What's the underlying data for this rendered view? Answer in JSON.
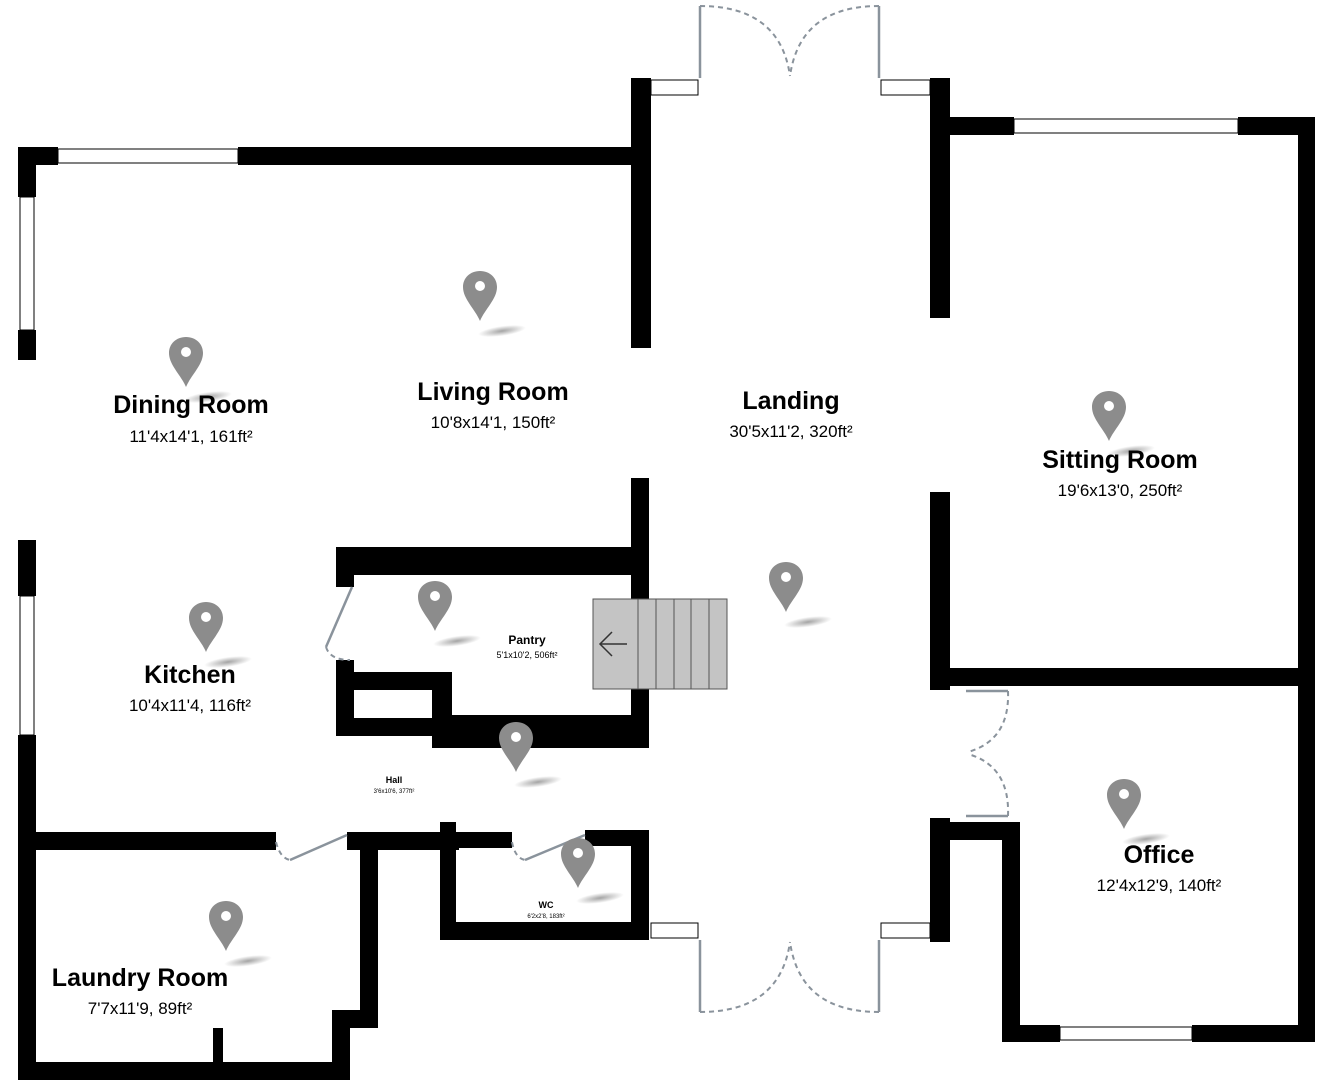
{
  "rooms": {
    "dining": {
      "name": "Dining Room",
      "dims": "11'4x14'1, 161ft²"
    },
    "living": {
      "name": "Living Room",
      "dims": "10'8x14'1, 150ft²"
    },
    "landing": {
      "name": "Landing",
      "dims": "30'5x11'2, 320ft²"
    },
    "sitting": {
      "name": "Sitting Room",
      "dims": "19'6x13'0, 250ft²"
    },
    "kitchen": {
      "name": "Kitchen",
      "dims": "10'4x11'4, 116ft²"
    },
    "pantry": {
      "name": "Pantry",
      "dims": "5'1x10'2, 506ft²"
    },
    "hall": {
      "name": "Hall",
      "dims": "3'6x10'6, 377ft²"
    },
    "wc": {
      "name": "WC",
      "dims": "6'2x2'8, 183ft²"
    },
    "office": {
      "name": "Office",
      "dims": "12'4x12'9, 140ft²"
    },
    "laundry": {
      "name": "Laundry Room",
      "dims": "7'7x11'9, 89ft²"
    }
  },
  "colors": {
    "wall": "#000000",
    "marker": "#8c8c8c",
    "stairs": "#c4c4c4",
    "door": "#8a939c"
  },
  "icons": {
    "marker": "map-pin-icon",
    "stairs_arrow": "arrow-left-icon"
  }
}
